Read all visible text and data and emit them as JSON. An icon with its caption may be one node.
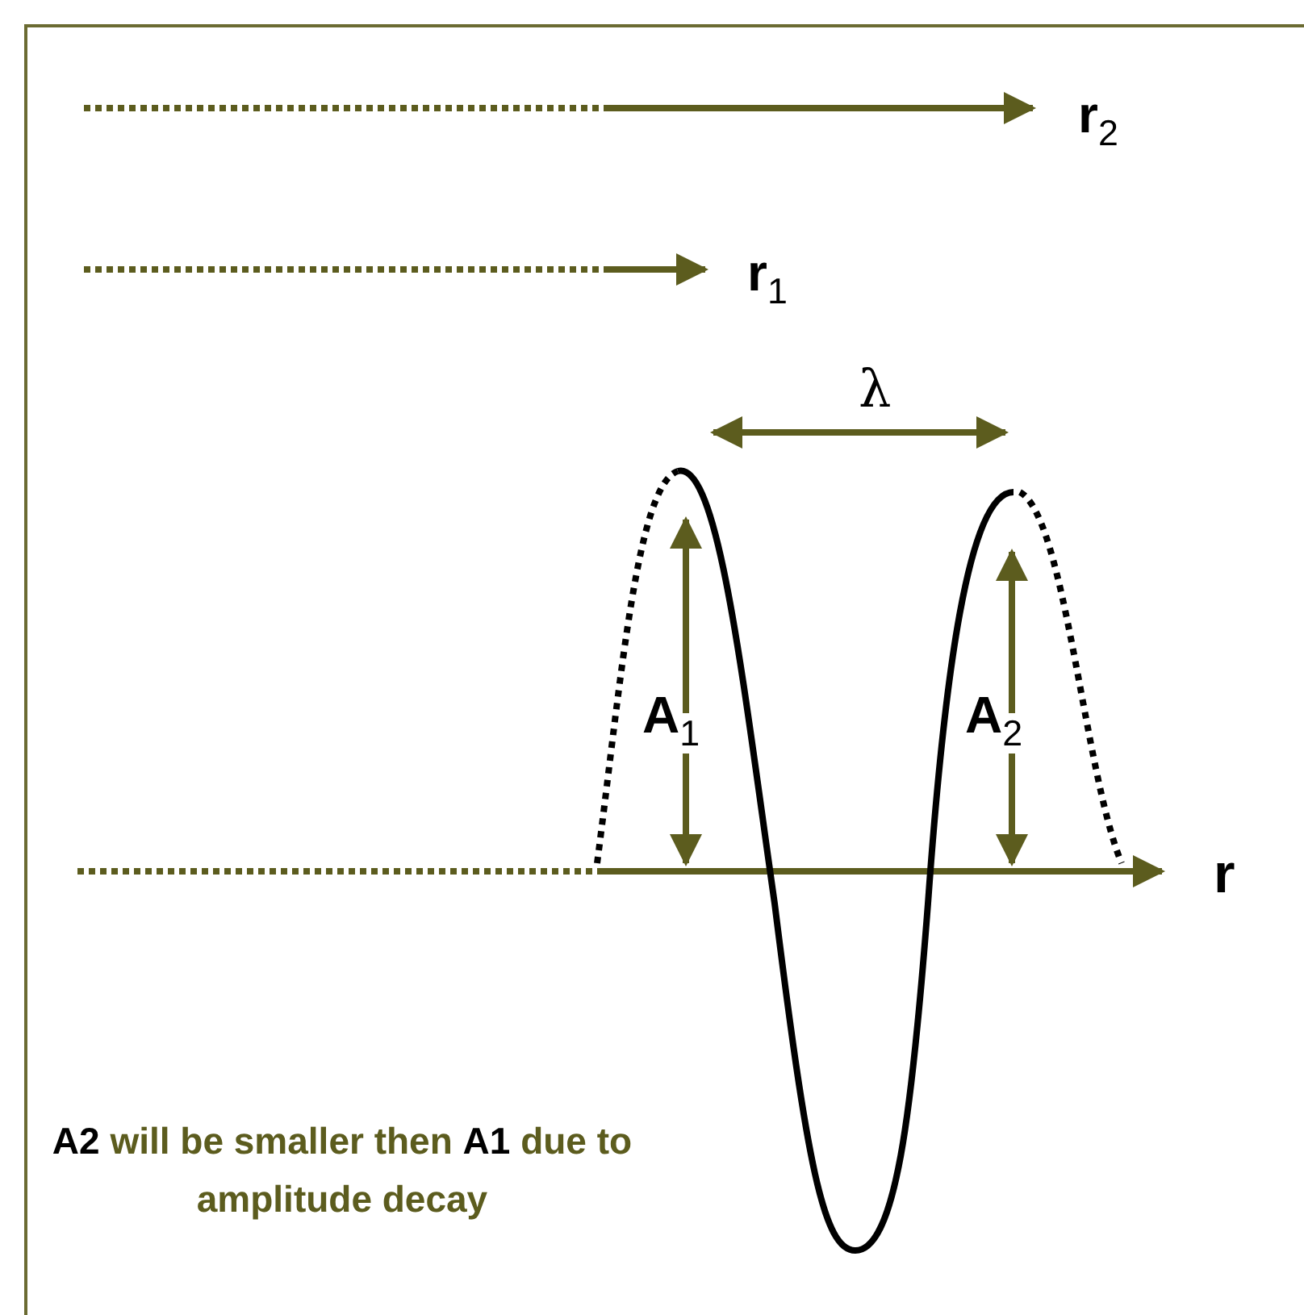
{
  "diagram": {
    "labels": [
      "r$_{2}$",
      "r$_{1}$",
      "λ",
      "A$_{1}$",
      "A$_{2}$",
      "r",
      "**A2** will be smaller then **A1** due to amplitude decay"
    ]
  }
}
